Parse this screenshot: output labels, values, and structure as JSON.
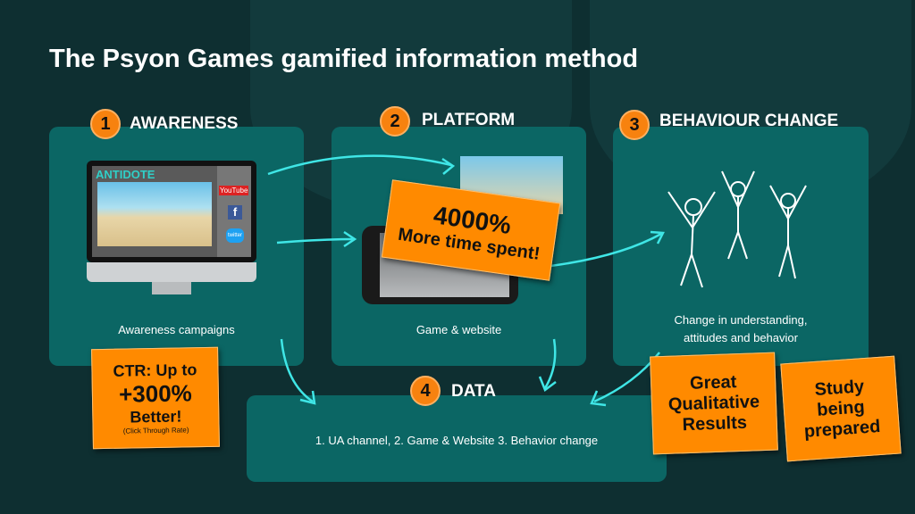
{
  "title": "The Psyon Games gamified information method",
  "steps": [
    {
      "number": "1",
      "label": "AWARENESS",
      "caption": "Awareness campaigns"
    },
    {
      "number": "2",
      "label": "PLATFORM",
      "caption": "Game & website"
    },
    {
      "number": "3",
      "label": "BEHAVIOUR CHANGE",
      "caption_line1": "Change in understanding,",
      "caption_line2": "attitudes and behavior"
    },
    {
      "number": "4",
      "label": "DATA",
      "caption": "1. UA channel, 2. Game & Website 3. Behavior change"
    }
  ],
  "notes": {
    "ctr": {
      "line1": "CTR: Up to",
      "line2": "+300%",
      "line3": "Better!",
      "line4": "(Click Through Rate)"
    },
    "time": {
      "line1": "4000%",
      "line2": "More time spent!"
    },
    "qual": {
      "line1": "Great",
      "line2": "Qualitative",
      "line3": "Results"
    },
    "study": {
      "line1": "Study",
      "line2": "being",
      "line3": "prepared"
    }
  },
  "monitor": {
    "logo": "ANTIDOTE",
    "social": [
      "YouTube",
      "f",
      "twitter"
    ]
  },
  "colors": {
    "accent": "#ff8a00",
    "panel": "#0b6664",
    "background": "#0e2f31"
  }
}
